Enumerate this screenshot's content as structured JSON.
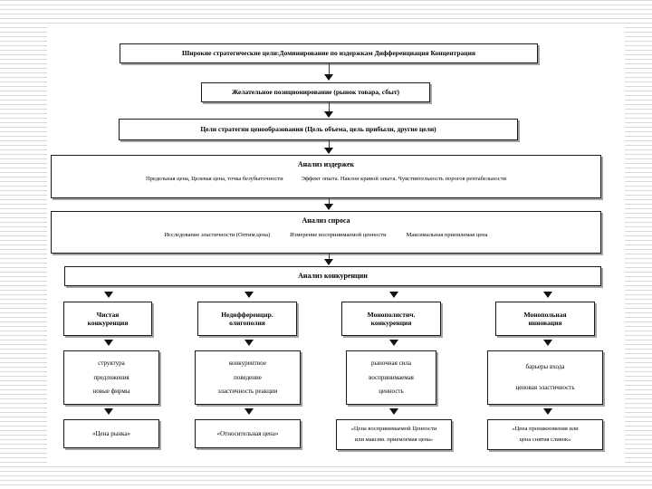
{
  "slide": {
    "kind": "scanned-presentation-slide",
    "language": "ru",
    "title_hidden": "Процесс разработки ценовой стратегии",
    "colors": {
      "page": "#ffffff",
      "slide": "#ffffff",
      "box_border": "#1a1a1a",
      "box_shadow": "#5a5a5a",
      "text": "#000000",
      "scanline": "#d8d8d8"
    }
  },
  "flow": {
    "goals": {
      "text": "Широкие стратегические цели:Доминирование по издержкам    Дифференциация      Концентрация"
    },
    "positioning": {
      "text": "Желательное позиционирование (рынок товара, сбыт)"
    },
    "pricing_goals": {
      "text": "Цели стратегии ценообразования (Цель объема, цель прибыли, другие цели)"
    },
    "cost_analysis": {
      "title": "Анализ издержек",
      "detail_left": "Предельная цена, Целевая цена, точка безубыточности",
      "detail_right": "Эффект опыта. Наклон кривой опыта. Чувствительность порогов рентабельности"
    },
    "demand_analysis": {
      "title": "Анализ спроса",
      "detail_left": "Исследование эластичности (Оптим.цена)",
      "detail_mid": "Измерение воспринимаемой ценности",
      "detail_right": "Максимальная приемлемая цена"
    },
    "competition_analysis": {
      "title": "Анализ конкуренции"
    }
  },
  "columns": [
    {
      "market_type": [
        "Чистая",
        "конкуренция"
      ],
      "factors": [
        "структура",
        "предложения",
        "новые фирмы"
      ],
      "outcome": [
        "«Цена рынка»"
      ]
    },
    {
      "market_type": [
        "Недифференцир.",
        "олигополия"
      ],
      "factors": [
        "конкурентное",
        "поведение",
        "эластичность реакции"
      ],
      "outcome": [
        "«Относительная цена»"
      ]
    },
    {
      "market_type": [
        "Монополистич.",
        "конкуренция"
      ],
      "factors": [
        "рыночная сила",
        "воспринимаемая",
        "ценность"
      ],
      "outcome": [
        "«Цена воспринимаемой Ценности",
        "или максим. приемлемая цена»"
      ]
    },
    {
      "market_type": [
        "Монопольная",
        "инновация"
      ],
      "factors": [
        "барьеры входа",
        "ценовая эластичность"
      ],
      "outcome": [
        "«Цена проникновения или",
        "цена снятия сливок»"
      ]
    }
  ],
  "icons": {
    "arrow_down": "arrow-down-icon"
  }
}
